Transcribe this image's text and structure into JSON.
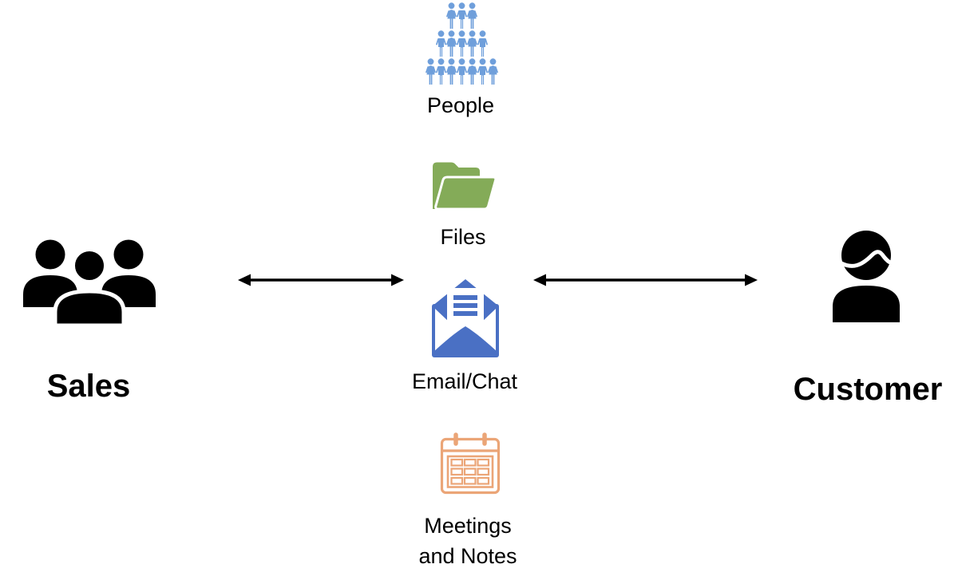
{
  "diagram": {
    "background_color": "#ffffff",
    "text_color": "#000000",
    "left_entity": {
      "label": "Sales",
      "icon": "sales-team-icon",
      "icon_color": "#000000"
    },
    "right_entity": {
      "label": "Customer",
      "icon": "customer-person-icon",
      "icon_color": "#000000"
    },
    "connectors": {
      "left_arrow": "double-headed-arrow",
      "right_arrow": "double-headed-arrow",
      "color": "#000000"
    },
    "center_items": [
      {
        "label": "People",
        "icon": "crowd-people-icon",
        "icon_color": "#6f9fdb"
      },
      {
        "label": "Files",
        "icon": "open-folder-icon",
        "icon_color": "#84ab58"
      },
      {
        "label": "Email/Chat",
        "icon": "open-envelope-letter-icon",
        "icon_color": "#4a70c4"
      },
      {
        "label": "Meetings and Notes",
        "label_lines": [
          "Meetings",
          "and Notes"
        ],
        "icon": "calendar-icon",
        "icon_color": "#eba577"
      }
    ]
  }
}
